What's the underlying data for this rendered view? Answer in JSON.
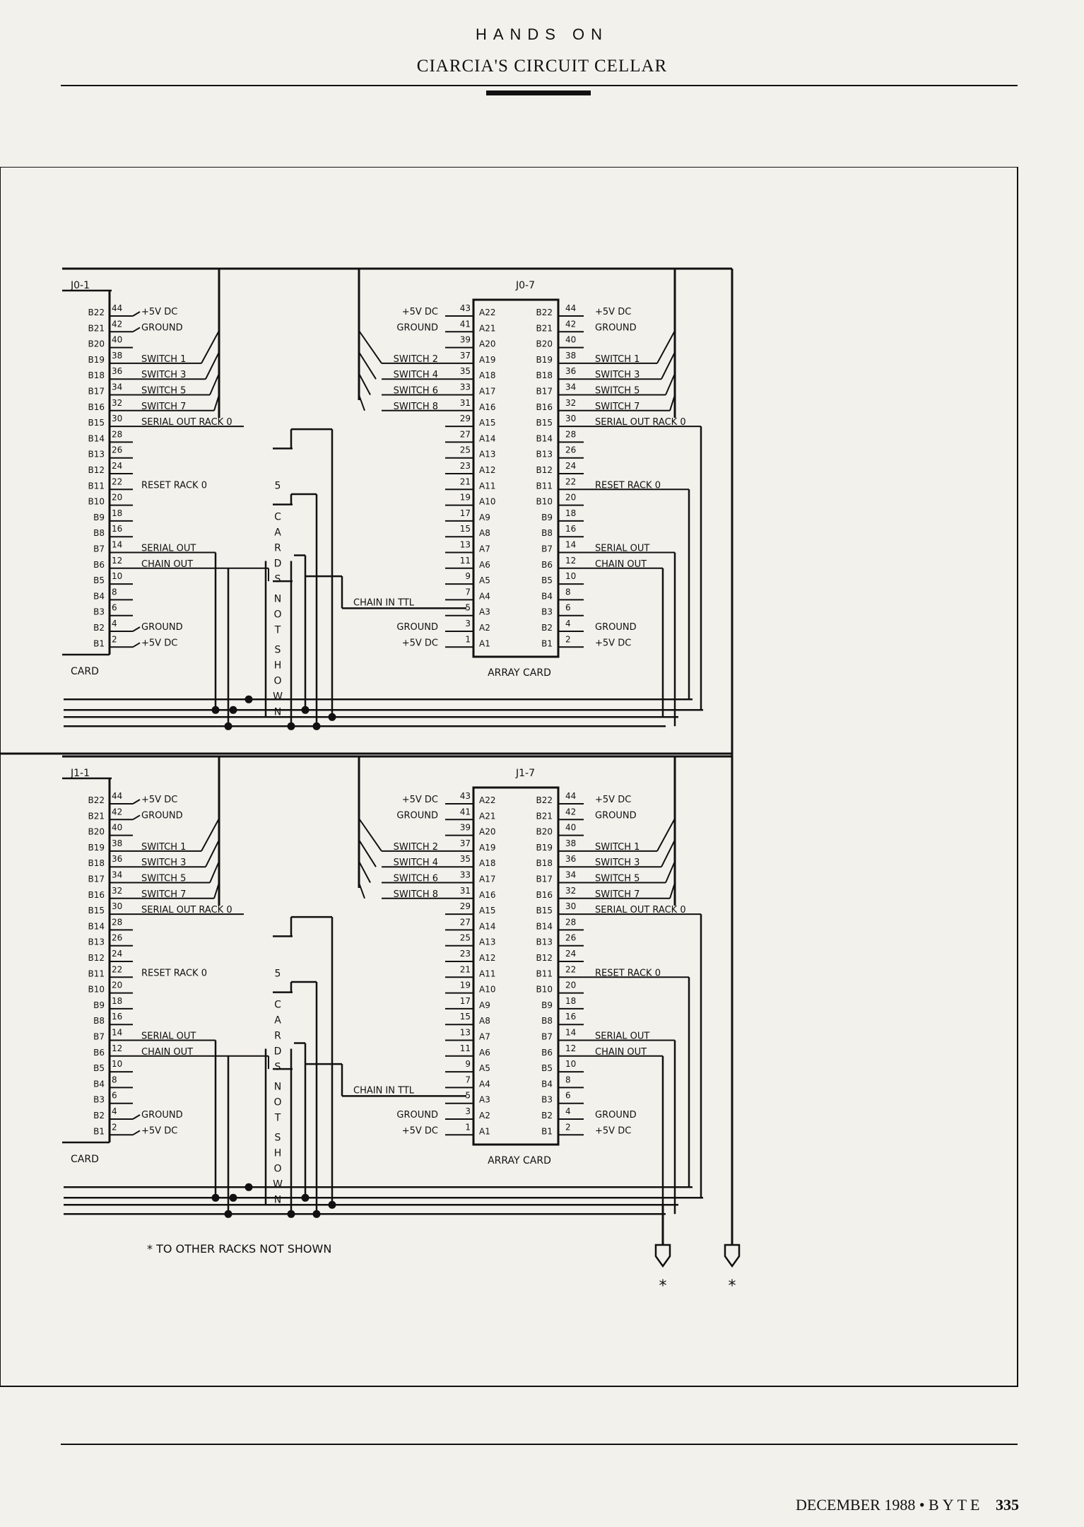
{
  "header": {
    "kicker": "HANDS ON",
    "title": "CIARCIA'S CIRCUIT CELLAR"
  },
  "footer": {
    "date": "DECEMBER 1988",
    "sep": "•",
    "brand": "BYTE",
    "page": "335"
  },
  "diagram": {
    "racks": [
      {
        "left_label": "J0-1",
        "right_label": "J0-7"
      },
      {
        "left_label": "J1-1",
        "right_label": "J1-7"
      }
    ],
    "card_label": "CARD",
    "array_card_label": "ARRAY CARD",
    "cards_not_shown": "5 CARDS NOT SHOWN",
    "chain_in": "CHAIN IN TTL",
    "footnote": "* TO OTHER RACKS NOT SHOWN",
    "asterisk": "*",
    "b_pins": [
      "B22",
      "B21",
      "B20",
      "B19",
      "B18",
      "B17",
      "B16",
      "B15",
      "B14",
      "B13",
      "B12",
      "B11",
      "B10",
      "B9",
      "B8",
      "B7",
      "B6",
      "B5",
      "B4",
      "B3",
      "B2",
      "B1"
    ],
    "a_pins": [
      "A22",
      "A21",
      "A20",
      "A19",
      "A18",
      "A17",
      "A16",
      "A15",
      "A14",
      "A13",
      "A12",
      "A11",
      "A10",
      "A9",
      "A8",
      "A7",
      "A6",
      "A5",
      "A4",
      "A3",
      "A2",
      "A1"
    ],
    "even_nums": [
      "44",
      "42",
      "40",
      "38",
      "36",
      "34",
      "32",
      "30",
      "28",
      "26",
      "24",
      "22",
      "20",
      "18",
      "16",
      "14",
      "12",
      "10",
      "8",
      "6",
      "4",
      "2"
    ],
    "odd_nums": [
      "43",
      "41",
      "39",
      "37",
      "35",
      "33",
      "31",
      "29",
      "27",
      "25",
      "23",
      "21",
      "19",
      "17",
      "15",
      "13",
      "11",
      "9",
      "7",
      "5",
      "3",
      "1"
    ],
    "right_signals": [
      {
        "row": 0,
        "text": "+5V DC"
      },
      {
        "row": 1,
        "text": "GROUND"
      },
      {
        "row": 3,
        "text": "SWITCH 1"
      },
      {
        "row": 4,
        "text": "SWITCH 3"
      },
      {
        "row": 5,
        "text": "SWITCH 5"
      },
      {
        "row": 6,
        "text": "SWITCH 7"
      },
      {
        "row": 7,
        "text": "SERIAL OUT RACK 0"
      },
      {
        "row": 11,
        "text": "RESET RACK 0"
      },
      {
        "row": 15,
        "text": "SERIAL OUT"
      },
      {
        "row": 16,
        "text": "CHAIN OUT"
      },
      {
        "row": 20,
        "text": "GROUND"
      },
      {
        "row": 21,
        "text": "+5V DC"
      }
    ],
    "left_signals": [
      {
        "row": 0,
        "text": "+5V DC"
      },
      {
        "row": 1,
        "text": "GROUND"
      },
      {
        "row": 3,
        "text": "SWITCH 2"
      },
      {
        "row": 4,
        "text": "SWITCH 4"
      },
      {
        "row": 5,
        "text": "SWITCH 6"
      },
      {
        "row": 6,
        "text": "SWITCH 8"
      },
      {
        "row": 20,
        "text": "GROUND"
      },
      {
        "row": 21,
        "text": "+5V DC"
      }
    ]
  }
}
